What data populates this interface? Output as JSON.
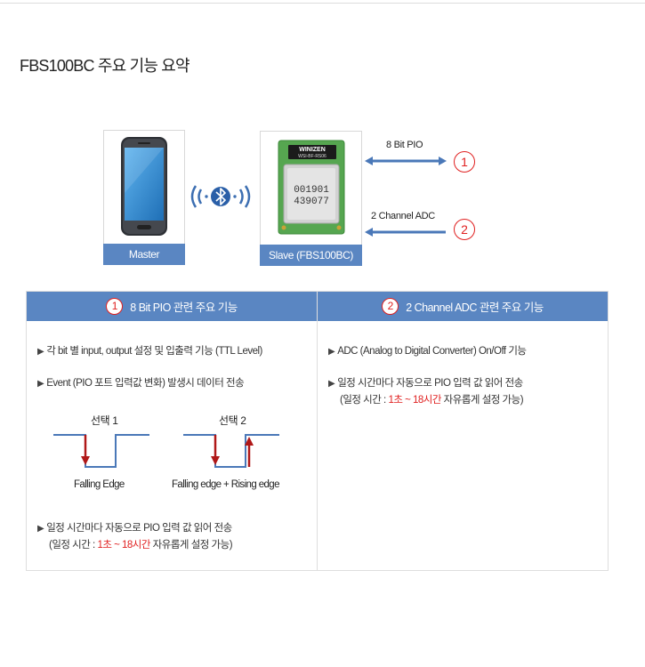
{
  "page": {
    "title": "FBS100BC 주요 기능 요약"
  },
  "diagram": {
    "master_label": "Master",
    "slave_label": "Slave (FBS100BC)",
    "chip_brand": "WINIZEN",
    "chip_model": "WSI-BF-RS06",
    "chip_code_line1": "001901",
    "chip_code_line2": "439077",
    "link1_label": "8 Bit PIO",
    "link1_num": "1",
    "link2_label": "2 Channel ADC",
    "link2_num": "2"
  },
  "columns": [
    {
      "num": "1",
      "title": "8 Bit PIO 관련 주요 기능",
      "bullets": [
        "각 bit 별 input, output 설정 및 입출력 기능 (TTL Level)",
        "Event (PIO 포트 입력값 변화) 발생시 데이터 전송",
        "일정 시간마다 자동으로 PIO 입력 값 읽어 전송"
      ],
      "waves": [
        {
          "title": "선택 1",
          "caption": "Falling Edge"
        },
        {
          "title": "선택 2",
          "caption": "Falling edge + Rising edge"
        }
      ],
      "note_prefix": "(일정 시간 : ",
      "note_red": "1초 ~ 18시간",
      "note_suffix": " 자유롭게 설정 가능)"
    },
    {
      "num": "2",
      "title": "2 Channel ADC 관련 주요 기능",
      "bullets": [
        "ADC (Analog to Digital Converter) On/Off 기능",
        "일정 시간마다 자동으로 PIO 입력 값 읽어 전송"
      ],
      "note_prefix": "(일정 시간 : ",
      "note_red": "1초 ~ 18시간",
      "note_suffix": " 자유롭게 설정 가능)"
    }
  ],
  "colors": {
    "accent": "#5a86c2",
    "highlight": "#e02020",
    "arrow": "#4a78b8",
    "edge_arrow": "#b01818"
  },
  "icons": {
    "bullet": "triangle-right",
    "wireless": "bluetooth-icon"
  }
}
